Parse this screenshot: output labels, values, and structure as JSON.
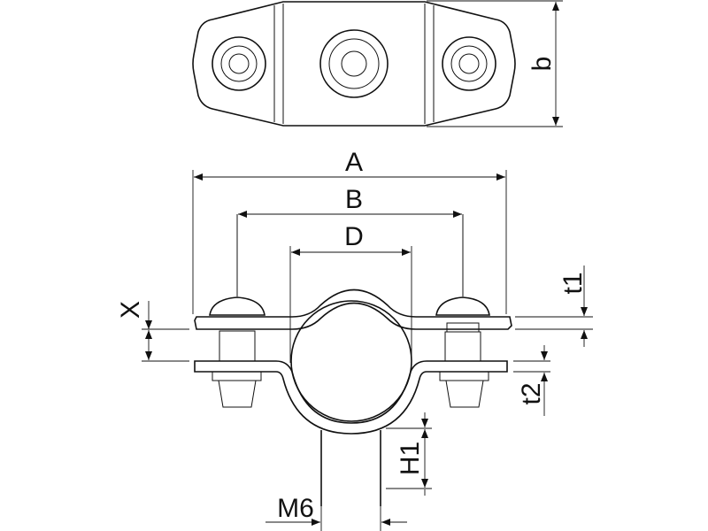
{
  "labels": {
    "b": "b",
    "A": "A",
    "B": "B",
    "D": "D",
    "X": "X",
    "t1": "t1",
    "t2": "t2",
    "H1": "H1",
    "M6": "M6"
  }
}
